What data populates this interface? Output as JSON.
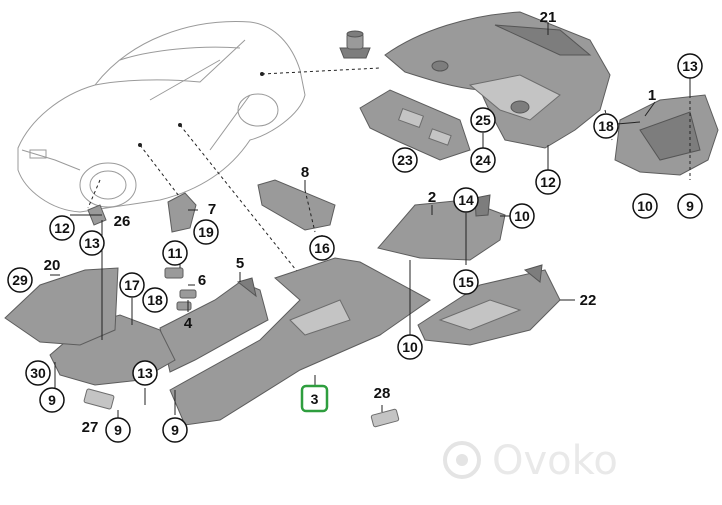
{
  "diagram": {
    "callouts": {
      "c21": "21",
      "c13a": "13",
      "c9a": "9",
      "c1": "1",
      "c18a": "18",
      "c10a": "10",
      "c12a": "12",
      "c25": "25",
      "c24": "24",
      "c23": "23",
      "c8": "8",
      "c16": "16",
      "c2": "2",
      "c14": "14",
      "c10b": "10",
      "c15": "15",
      "c12b": "12",
      "c26": "26",
      "c13b": "13",
      "c7": "7",
      "c19": "19",
      "c11": "11",
      "c6": "6",
      "c18b": "18",
      "c4": "4",
      "c5": "5",
      "c29": "29",
      "c20": "20",
      "c17": "17",
      "c22": "22",
      "c10c": "10",
      "c30": "30",
      "c9b": "9",
      "c13c": "13",
      "c27": "27",
      "c9c": "9",
      "c9d": "9",
      "c28": "28",
      "c3": "3"
    },
    "highlight_color": "#2e9e3e",
    "watermark_icon": "ovoko-logo-icon",
    "watermark_text": "Ovoko"
  }
}
